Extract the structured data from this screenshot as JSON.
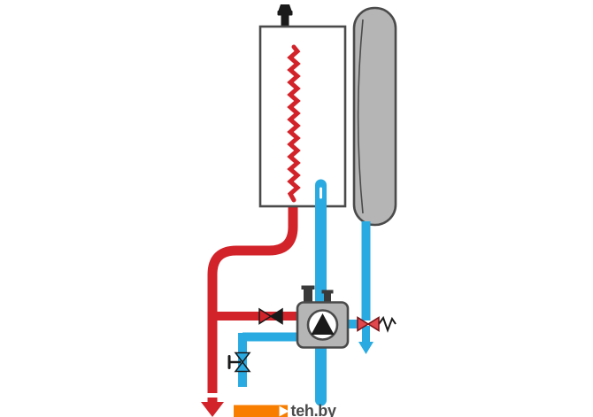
{
  "page": {
    "background": "#ffffff"
  },
  "colors": {
    "hot": "#d2232a",
    "cold": "#29abe2",
    "metal": "#b5b5b5",
    "metal_dark": "#3a3a3a",
    "outline": "#4a4a4a",
    "black": "#1a1a1a",
    "safety_valve": "#e0484d",
    "safety_valve_outline": "#7a1114",
    "orange": "#f87e00",
    "watermark_text": "#4a4a4a",
    "white": "#ffffff"
  },
  "watermark": {
    "text": "teh.by"
  },
  "diagram": {
    "type": "schematic",
    "subject": "electric-boiler-hydraulic-piping-diagram",
    "components": [
      "boiler-tank",
      "boiler-top-air-vent",
      "heating-element",
      "boiler-outlet-pipe",
      "expansion-tank",
      "pump-group",
      "circulation-pump",
      "hot-supply-pipe",
      "hot-shutoff-valve",
      "cold-fill-branch",
      "fill-drain-valve",
      "safety-relief-valve",
      "relief-spring",
      "relief-discharge-arrow",
      "hot-flow-arrow"
    ]
  }
}
